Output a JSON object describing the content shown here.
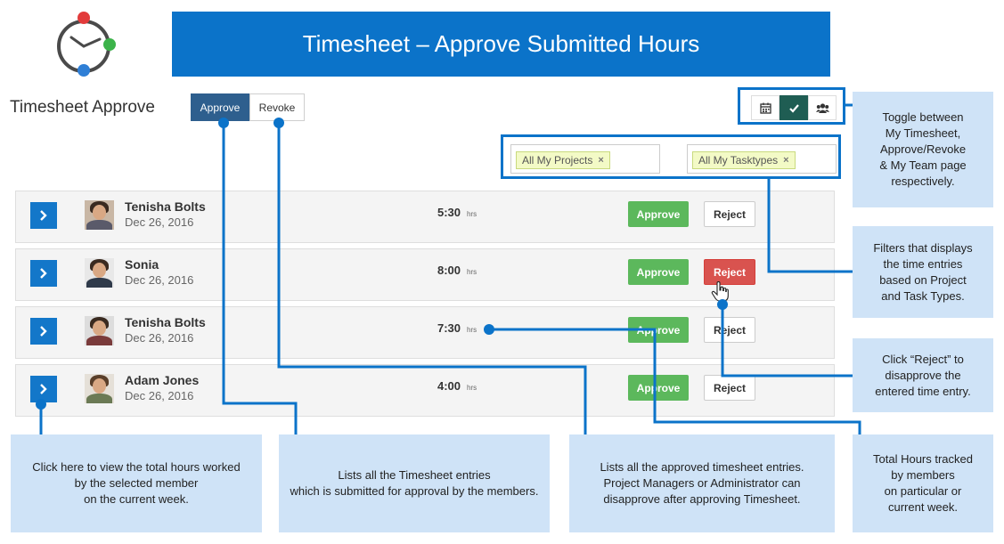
{
  "banner": {
    "title": "Timesheet – Approve Submitted Hours"
  },
  "page": {
    "title": "Timesheet Approve"
  },
  "mode_toggle": {
    "approve_label": "Approve",
    "revoke_label": "Revoke",
    "active": "Approve"
  },
  "view_switcher": {
    "buttons": [
      {
        "icon": "calendar-icon",
        "active": false
      },
      {
        "icon": "check-icon",
        "active": true
      },
      {
        "icon": "team-icon",
        "active": false
      }
    ]
  },
  "filters": [
    {
      "label": "All My Projects",
      "remove_icon": "×"
    },
    {
      "label": "All My Tasktypes",
      "remove_icon": "×"
    }
  ],
  "entries": [
    {
      "name": "Tenisha Bolts",
      "date": "Dec 26, 2016",
      "hours": "5:30",
      "unit": "hrs",
      "approve_label": "Approve",
      "reject_label": "Reject",
      "reject_hover": false
    },
    {
      "name": "Sonia",
      "date": "Dec 26, 2016",
      "hours": "8:00",
      "unit": "hrs",
      "approve_label": "Approve",
      "reject_label": "Reject",
      "reject_hover": true
    },
    {
      "name": "Tenisha Bolts",
      "date": "Dec 26, 2016",
      "hours": "7:30",
      "unit": "hrs",
      "approve_label": "Approve",
      "reject_label": "Reject",
      "reject_hover": false
    },
    {
      "name": "Adam Jones",
      "date": "Dec 26, 2016",
      "hours": "4:00",
      "unit": "hrs",
      "approve_label": "Approve",
      "reject_label": "Reject",
      "reject_hover": false
    }
  ],
  "callouts": {
    "toggle": "Toggle between\nMy Timesheet,\nApprove/Revoke\n& My Team page\nrespectively.",
    "filters": "Filters that displays\nthe time entries\nbased on Project\nand Task Types.",
    "reject": "Click “Reject” to\ndisapprove the\nentered time entry.",
    "expand": "Click here to view the total hours worked\nby the selected member\non the current week.",
    "lists_submitted": "Lists all the Timesheet entries\nwhich is submitted for approval by the members.",
    "lists_approved": "Lists all the approved timesheet entries.\nProject Managers or Administrator can\ndisapprove after approving Timesheet.",
    "total_hours": "Total Hours tracked\nby members\non particular or\ncurrent week."
  },
  "colors": {
    "banner": "#0b73c9",
    "approve_green": "#5cb85c",
    "reject_red": "#d9534f",
    "callout_bg": "#cfe3f7",
    "connector": "#0b73c9"
  }
}
